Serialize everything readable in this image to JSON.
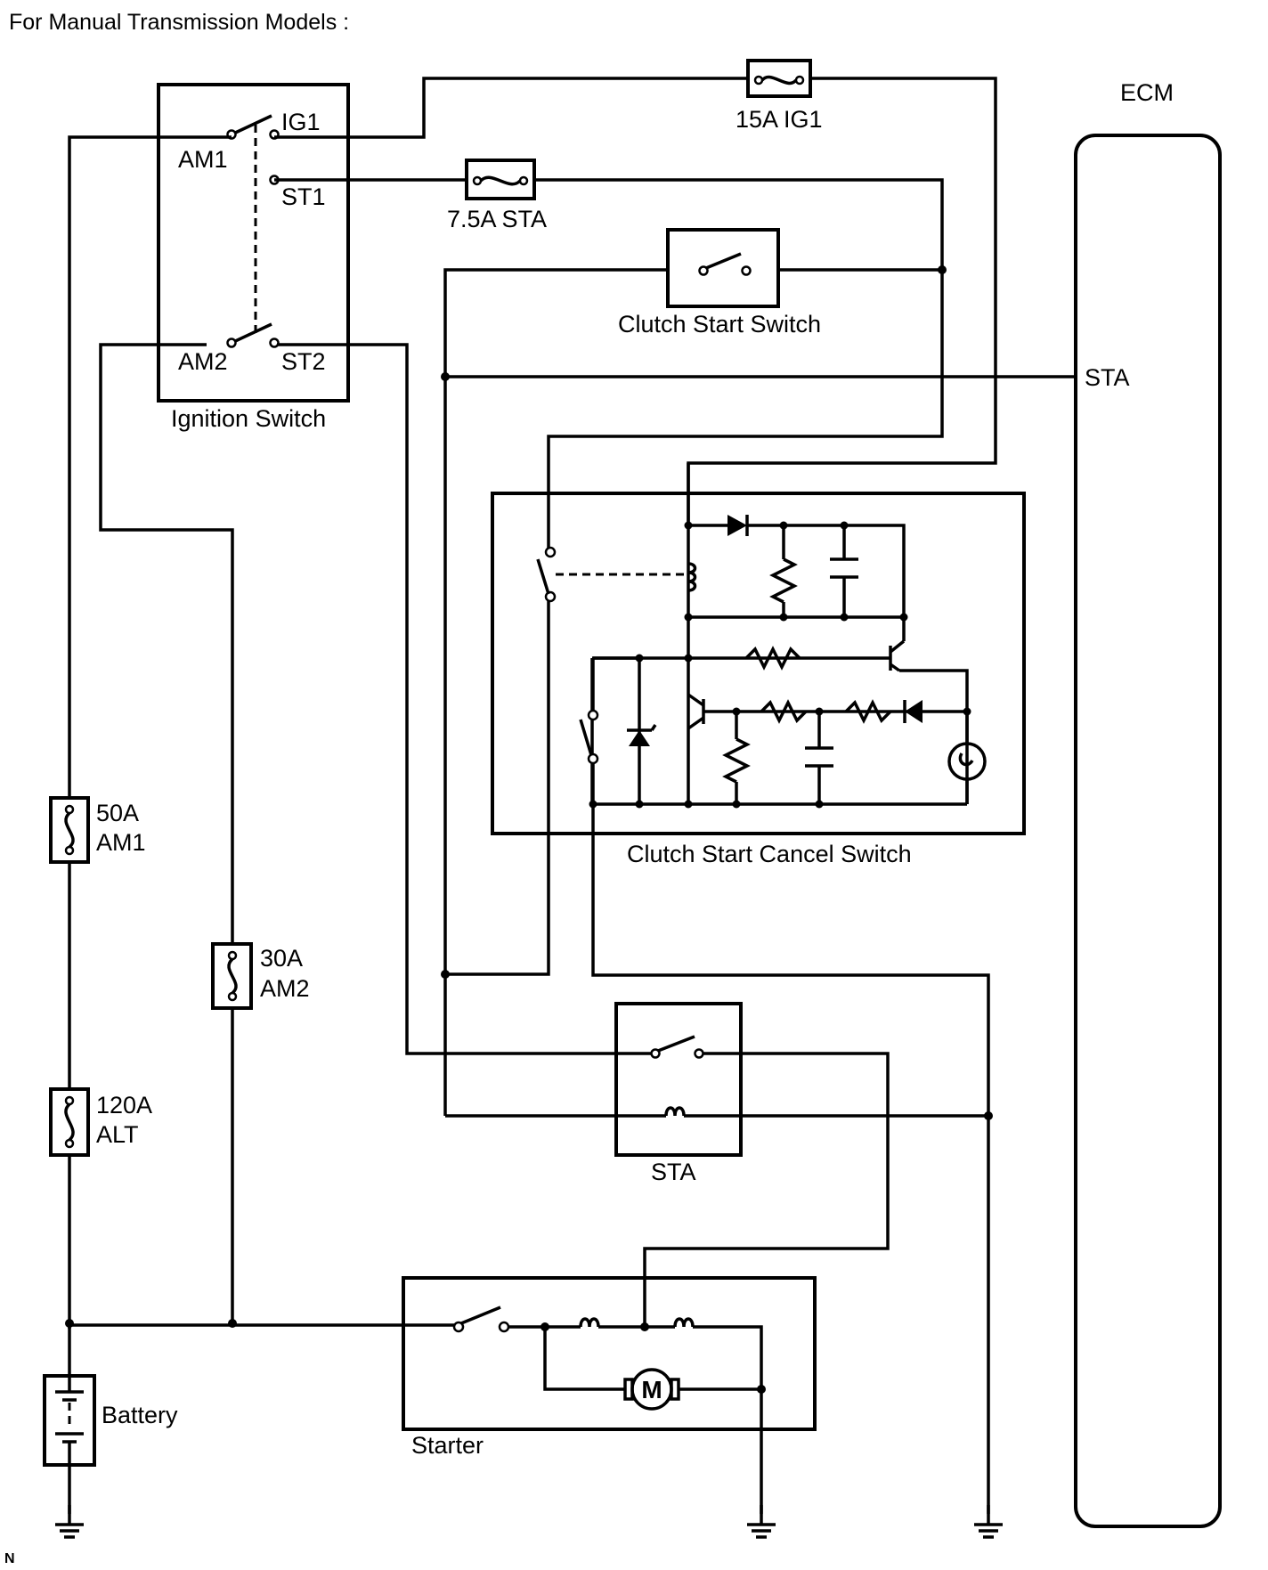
{
  "title": "For Manual Transmission Models :",
  "ignition_switch": {
    "name": "Ignition Switch",
    "terminals": {
      "am1": "AM1",
      "ig1": "IG1",
      "st1": "ST1",
      "am2": "AM2",
      "st2": "ST2"
    }
  },
  "fuses": {
    "ig1": "15A IG1",
    "sta": "7.5A STA",
    "am1": {
      "rating": "50A",
      "name": "AM1"
    },
    "am2": {
      "rating": "30A",
      "name": "AM2"
    },
    "alt": {
      "rating": "120A",
      "name": "ALT"
    }
  },
  "components": {
    "clutch_start_switch": "Clutch Start Switch",
    "clutch_start_cancel_switch": "Clutch Start Cancel Switch",
    "sta_relay": "STA",
    "starter": "Starter",
    "battery": "Battery",
    "ecm": "ECM",
    "ecm_sta_terminal": "STA",
    "motor_symbol": "M"
  },
  "corner_mark": "N"
}
